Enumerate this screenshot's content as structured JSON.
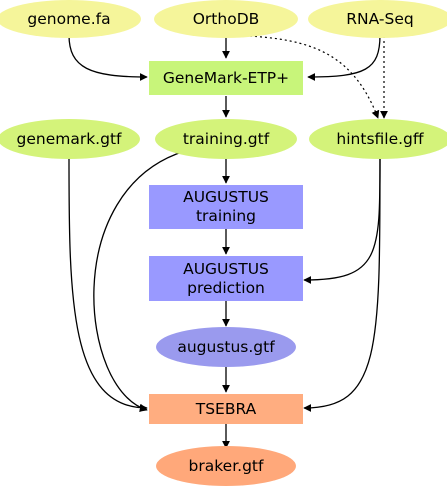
{
  "colors": {
    "input_file": "#f5f59a",
    "gtf_file": "#d4f37a",
    "genemark_box": "#c8f57a",
    "augustus_box": "#9999ff",
    "augustus_output": "#9a9aee",
    "tsebra_box": "#ffad80",
    "braker_output": "#ffa87a",
    "edge": "#000000"
  },
  "nodes": {
    "genome": {
      "label": "genome.fa",
      "shape": "ellipse"
    },
    "orthodb": {
      "label": "OrthoDB",
      "shape": "ellipse"
    },
    "rnaseq": {
      "label": "RNA-Seq",
      "shape": "ellipse"
    },
    "genemark_etp": {
      "label": "GeneMark-ETP+",
      "shape": "box"
    },
    "genemark_gtf": {
      "label": "genemark.gtf",
      "shape": "ellipse"
    },
    "training_gtf": {
      "label": "training.gtf",
      "shape": "ellipse"
    },
    "hintsfile": {
      "label": "hintsfile.gff",
      "shape": "ellipse"
    },
    "augustus_training": {
      "label_line1": "AUGUSTUS",
      "label_line2": "training",
      "shape": "box"
    },
    "augustus_prediction": {
      "label_line1": "AUGUSTUS",
      "label_line2": "prediction",
      "shape": "box"
    },
    "augustus_gtf": {
      "label": "augustus.gtf",
      "shape": "ellipse"
    },
    "tsebra": {
      "label": "TSEBRA",
      "shape": "box"
    },
    "braker_gtf": {
      "label": "braker.gtf",
      "shape": "ellipse"
    }
  },
  "edges": [
    {
      "from": "genome",
      "to": "genemark_etp",
      "style": "solid"
    },
    {
      "from": "orthodb",
      "to": "genemark_etp",
      "style": "solid"
    },
    {
      "from": "rnaseq",
      "to": "genemark_etp",
      "style": "solid"
    },
    {
      "from": "orthodb",
      "to": "hintsfile",
      "style": "dotted"
    },
    {
      "from": "rnaseq",
      "to": "hintsfile",
      "style": "dotted"
    },
    {
      "from": "genemark_etp",
      "to": "training_gtf",
      "style": "solid"
    },
    {
      "from": "training_gtf",
      "to": "augustus_training",
      "style": "solid"
    },
    {
      "from": "augustus_training",
      "to": "augustus_prediction",
      "style": "solid"
    },
    {
      "from": "hintsfile",
      "to": "augustus_prediction",
      "style": "solid"
    },
    {
      "from": "augustus_prediction",
      "to": "augustus_gtf",
      "style": "solid"
    },
    {
      "from": "augustus_gtf",
      "to": "tsebra",
      "style": "solid"
    },
    {
      "from": "genemark_gtf",
      "to": "tsebra",
      "style": "solid"
    },
    {
      "from": "training_gtf",
      "to": "tsebra",
      "style": "solid"
    },
    {
      "from": "hintsfile",
      "to": "tsebra",
      "style": "solid"
    },
    {
      "from": "tsebra",
      "to": "braker_gtf",
      "style": "solid"
    }
  ]
}
